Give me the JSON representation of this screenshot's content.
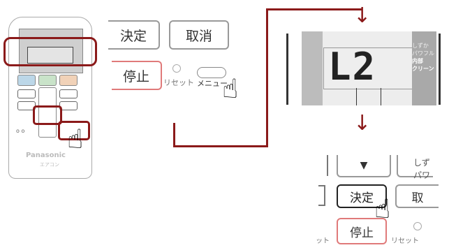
{
  "remote": {
    "brand": "Panasonic",
    "subbrand": "エアコン"
  },
  "top_panel": {
    "ok_label": "決定",
    "cancel_label": "取消",
    "stop_label": "停止",
    "reset_label": "リセット",
    "menu_label": "メニュー"
  },
  "display": {
    "code": "L2",
    "mode_labels": [
      "しずか",
      "パワフル",
      "内部",
      "クリーン"
    ]
  },
  "bottom_panel": {
    "ok_label": "決定",
    "cancel_label": "取",
    "stop_label": "停止",
    "reset_label": "リセット",
    "side_labels": [
      "しず",
      "パワ"
    ],
    "left_fragment": "ット"
  },
  "colors": {
    "accent": "#8b1a1a"
  }
}
